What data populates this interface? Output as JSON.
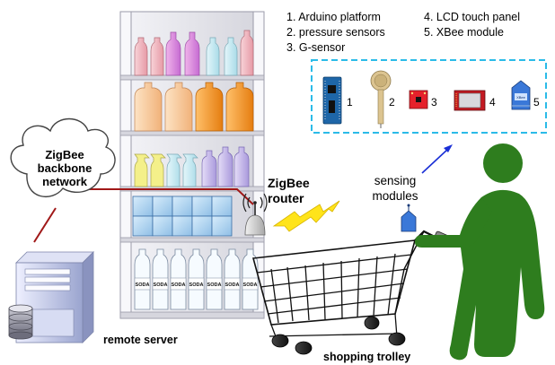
{
  "legend": {
    "items": [
      "1.   Arduino platform",
      "2.   pressure sensors",
      "3.   G-sensor",
      "4.   LCD touch panel",
      "5.   XBee module"
    ]
  },
  "modules": {
    "numbers": [
      "1",
      "2",
      "3",
      "4",
      "5"
    ],
    "xbee_chip_text": "XBee"
  },
  "labels": {
    "cloud": "ZigBee backbone network",
    "cloud_lines": [
      "ZigBee",
      "backbone",
      "network"
    ],
    "router_lines": [
      "ZigBee",
      "router"
    ],
    "sensing_lines": [
      "sensing",
      "modules"
    ],
    "remote_server": "remote server",
    "shopping_trolley": "shopping trolley",
    "soda": "SODA"
  },
  "colors": {
    "dashed_box": "#2bbbe8",
    "arrow": "#1a2fd6",
    "link_red": "#a01818",
    "person": "#2e7d1e",
    "lightning": "#ffe41a",
    "xbee_blue": "#3a78d8",
    "shelf": "#e8e8ee"
  }
}
